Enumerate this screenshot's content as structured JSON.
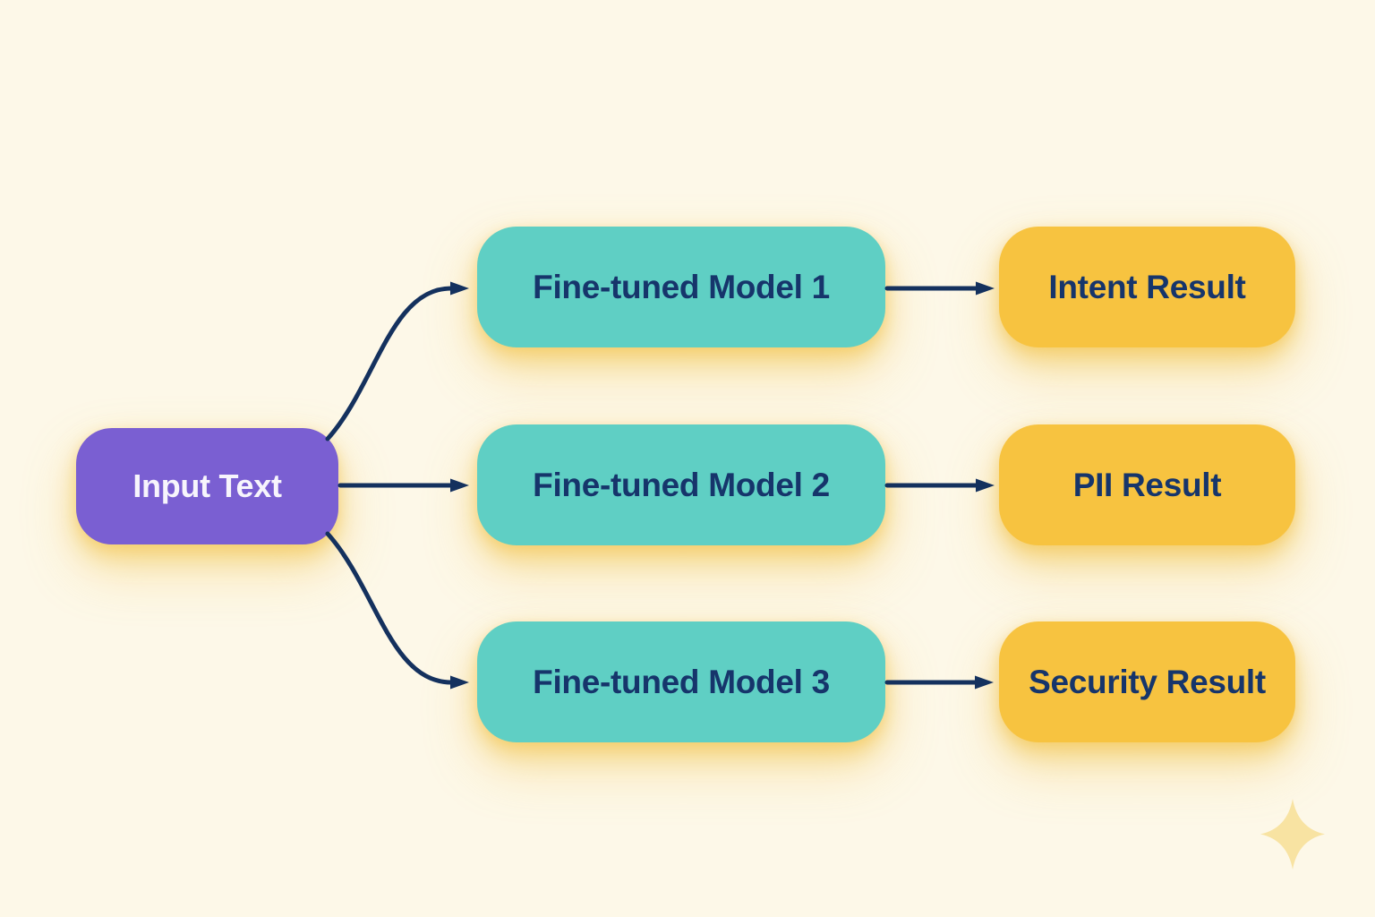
{
  "colors": {
    "page-bg": "#fdf8e8",
    "input-node-bg": "#7a5fd2",
    "model-node-bg": "#5fcfc4",
    "result-node-bg": "#f7c340",
    "arrow": "#14315e",
    "node-text": "#16356b",
    "input-node-text": "#f7f5fc",
    "glow": "#f3c654",
    "sparkle": "#f8e3a2"
  },
  "diagram": {
    "input_node": {
      "label": "Input Text"
    },
    "rows": [
      {
        "model_label": "Fine-tuned Model 1",
        "result_label": "Intent Result"
      },
      {
        "model_label": "Fine-tuned Model 2",
        "result_label": "PII Result"
      },
      {
        "model_label": "Fine-tuned Model 3",
        "result_label": "Security Result"
      }
    ],
    "decoration": {
      "icon": "sparkle-icon"
    }
  }
}
